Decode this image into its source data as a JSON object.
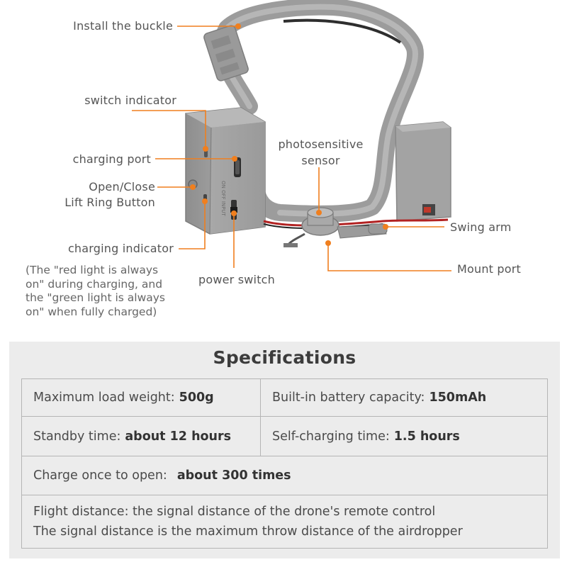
{
  "labels": {
    "install_buckle": "Install the buckle",
    "switch_indicator": "switch indicator",
    "charging_port": "charging port",
    "open_close_line1": "Open/Close",
    "open_close_line2": "Lift Ring Button",
    "charging_indicator": "charging indicator",
    "photo_line1": "photosensitive",
    "photo_line2": "sensor",
    "power_switch": "power switch",
    "swing_arm": "Swing arm",
    "mount_port": "Mount port",
    "note_lines": [
      "(The \"red light is always",
      "on\" during charging, and",
      "the \"green light is always",
      "on\" when fully charged)"
    ],
    "device_text": "ON OFF INPUT"
  },
  "colors": {
    "accent": "#f07f1e",
    "device_gray": "#9a9a9a",
    "panel_bg": "#ececec",
    "cell_border": "#b5b5b5"
  },
  "specs": {
    "title": "Specifications",
    "max_load_key": "Maximum load weight:",
    "max_load_val": "500g",
    "battery_key": "Built-in battery capacity:",
    "battery_val": "150mAh",
    "standby_key": "Standby time:",
    "standby_val": "about 12 hours",
    "selfcharge_key": "Self-charging time:",
    "selfcharge_val": "1.5 hours",
    "charge_open_key": "Charge once to open:",
    "charge_open_val": "about 300 times",
    "flight_line1": "Flight distance:  the signal distance of the drone's remote control",
    "flight_line2": "The signal distance is the maximum throw distance of the airdropper"
  }
}
